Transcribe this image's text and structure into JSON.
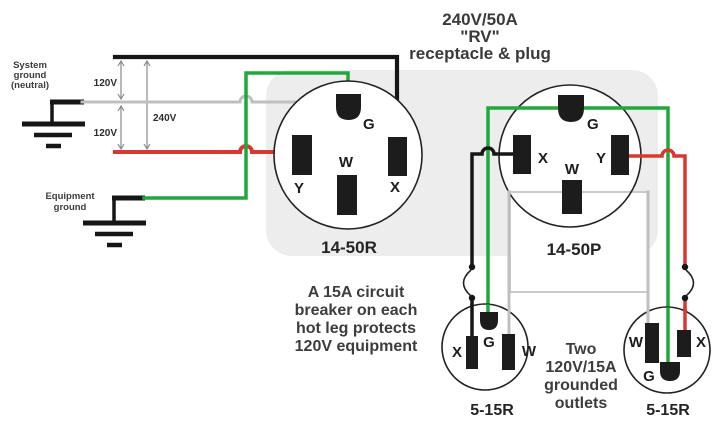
{
  "title": {
    "line1": "240V/50A",
    "line2": "\"RV\"",
    "line3": "receptacle & plug"
  },
  "system_ground": {
    "line1": "System",
    "line2": "ground",
    "line3": "(neutral)"
  },
  "equipment_ground": {
    "line1": "Equipment",
    "line2": "ground"
  },
  "voltages": {
    "v120_top": "120V",
    "v120_bottom": "120V",
    "v240": "240V"
  },
  "receptacle_14_50r": {
    "label": "14-50R",
    "pins": {
      "g": "G",
      "y": "Y",
      "w": "W",
      "x": "X"
    }
  },
  "plug_14_50p": {
    "label": "14-50P",
    "pins": {
      "g": "G",
      "x": "X",
      "w": "W",
      "y": "Y"
    }
  },
  "outlet_left": {
    "label": "5-15R",
    "pins": {
      "x": "X",
      "g": "G",
      "w": "W"
    }
  },
  "outlet_right": {
    "label": "5-15R",
    "pins": {
      "w": "W",
      "x": "X",
      "g": "G"
    }
  },
  "note_breaker": {
    "lines": [
      "A 15A circuit",
      "breaker on each",
      "hot leg protects",
      "120V equipment"
    ]
  },
  "note_outlets": {
    "lines": [
      "Two",
      "120V/15A",
      "grounded",
      "outlets"
    ]
  },
  "colors": {
    "hot_black": "#161616",
    "neutral_white": "#bfbfbf",
    "hot_red": "#d93832",
    "ground_green": "#1fa83c",
    "panel_gray": "#ededed"
  }
}
